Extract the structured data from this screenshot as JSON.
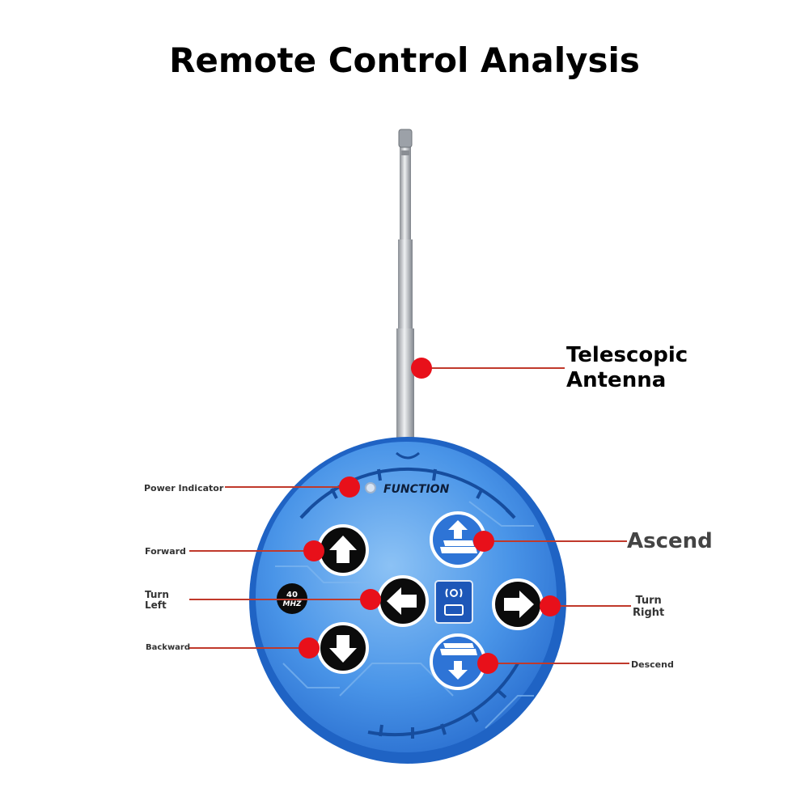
{
  "title": "Remote Control Analysis",
  "colors": {
    "body_blue": "#3f8ee6",
    "rim_blue": "#1f63c4",
    "marker_red": "#e8101a",
    "leader_line": "#c0392b",
    "antenna_metal": "#c9ccd1"
  },
  "callouts": {
    "antenna_line1": "Telescopic",
    "antenna_line2": "Antenna",
    "power": "Power Indicator",
    "forward": "Forward",
    "turn_left_line1": "Turn",
    "turn_left_line2": "Left",
    "backward": "Backward",
    "ascend": "Ascend",
    "turn_right_line1": "Turn",
    "turn_right_line2": "Right",
    "descend": "Descend"
  },
  "device": {
    "function_label": "FUNCTION",
    "freq_line1": "40",
    "freq_line2": "MHZ"
  },
  "icons": {
    "forward_button": "arrow-up-icon",
    "backward_button": "arrow-down-icon",
    "left_button": "arrow-left-icon",
    "right_button": "arrow-right-icon",
    "ascend_button": "ascend-icon",
    "descend_button": "descend-icon",
    "center_button": "signal-icon"
  }
}
